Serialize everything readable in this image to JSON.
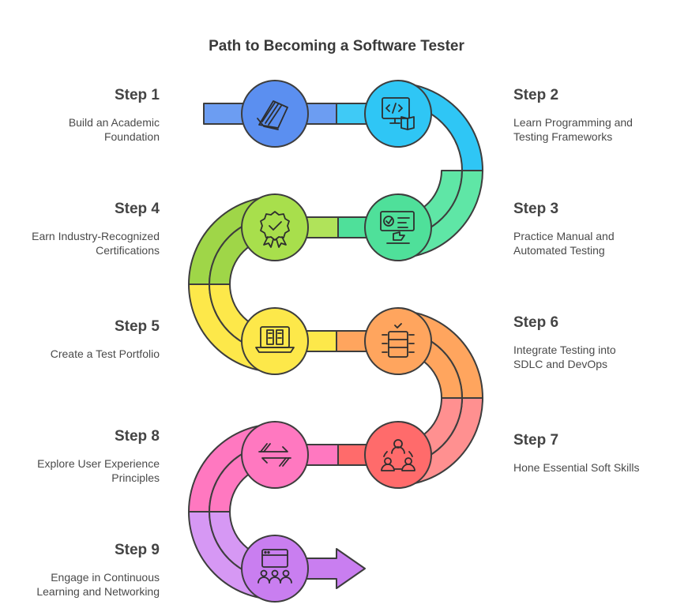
{
  "title": "Path to Becoming a Software Tester",
  "steps": [
    {
      "label": "Step 1",
      "text": "Build an Academic\nFoundation",
      "icon": "books-icon",
      "color": "#5b8ff0"
    },
    {
      "label": "Step 2",
      "text": "Learn Programming and\nTesting Frameworks",
      "icon": "code-monitor-book-icon",
      "color": "#2fc6f5"
    },
    {
      "label": "Step 3",
      "text": "Practice Manual and\nAutomated Testing",
      "icon": "test-board-icon",
      "color": "#4fe09a"
    },
    {
      "label": "Step 4",
      "text": "Earn Industry-Recognized\nCertifications",
      "icon": "certificate-badge-icon",
      "color": "#a8df4c"
    },
    {
      "label": "Step 5",
      "text": "Create a Test Portfolio",
      "icon": "laptop-portfolio-icon",
      "color": "#fde84a"
    },
    {
      "label": "Step 6",
      "text": "Integrate Testing into\nSDLC and DevOps",
      "icon": "server-stack-icon",
      "color": "#ffa55e"
    },
    {
      "label": "Step 7",
      "text": "Hone Essential Soft Skills",
      "icon": "team-people-icon",
      "color": "#ff6b6b"
    },
    {
      "label": "Step 8",
      "text": "Explore User Experience\nPrinciples",
      "icon": "arrows-exchange-icon",
      "color": "#ff78c0"
    },
    {
      "label": "Step 9",
      "text": "Engage in Continuous\nLearning and Networking",
      "icon": "network-browser-icon",
      "color": "#c97ef0"
    }
  ]
}
